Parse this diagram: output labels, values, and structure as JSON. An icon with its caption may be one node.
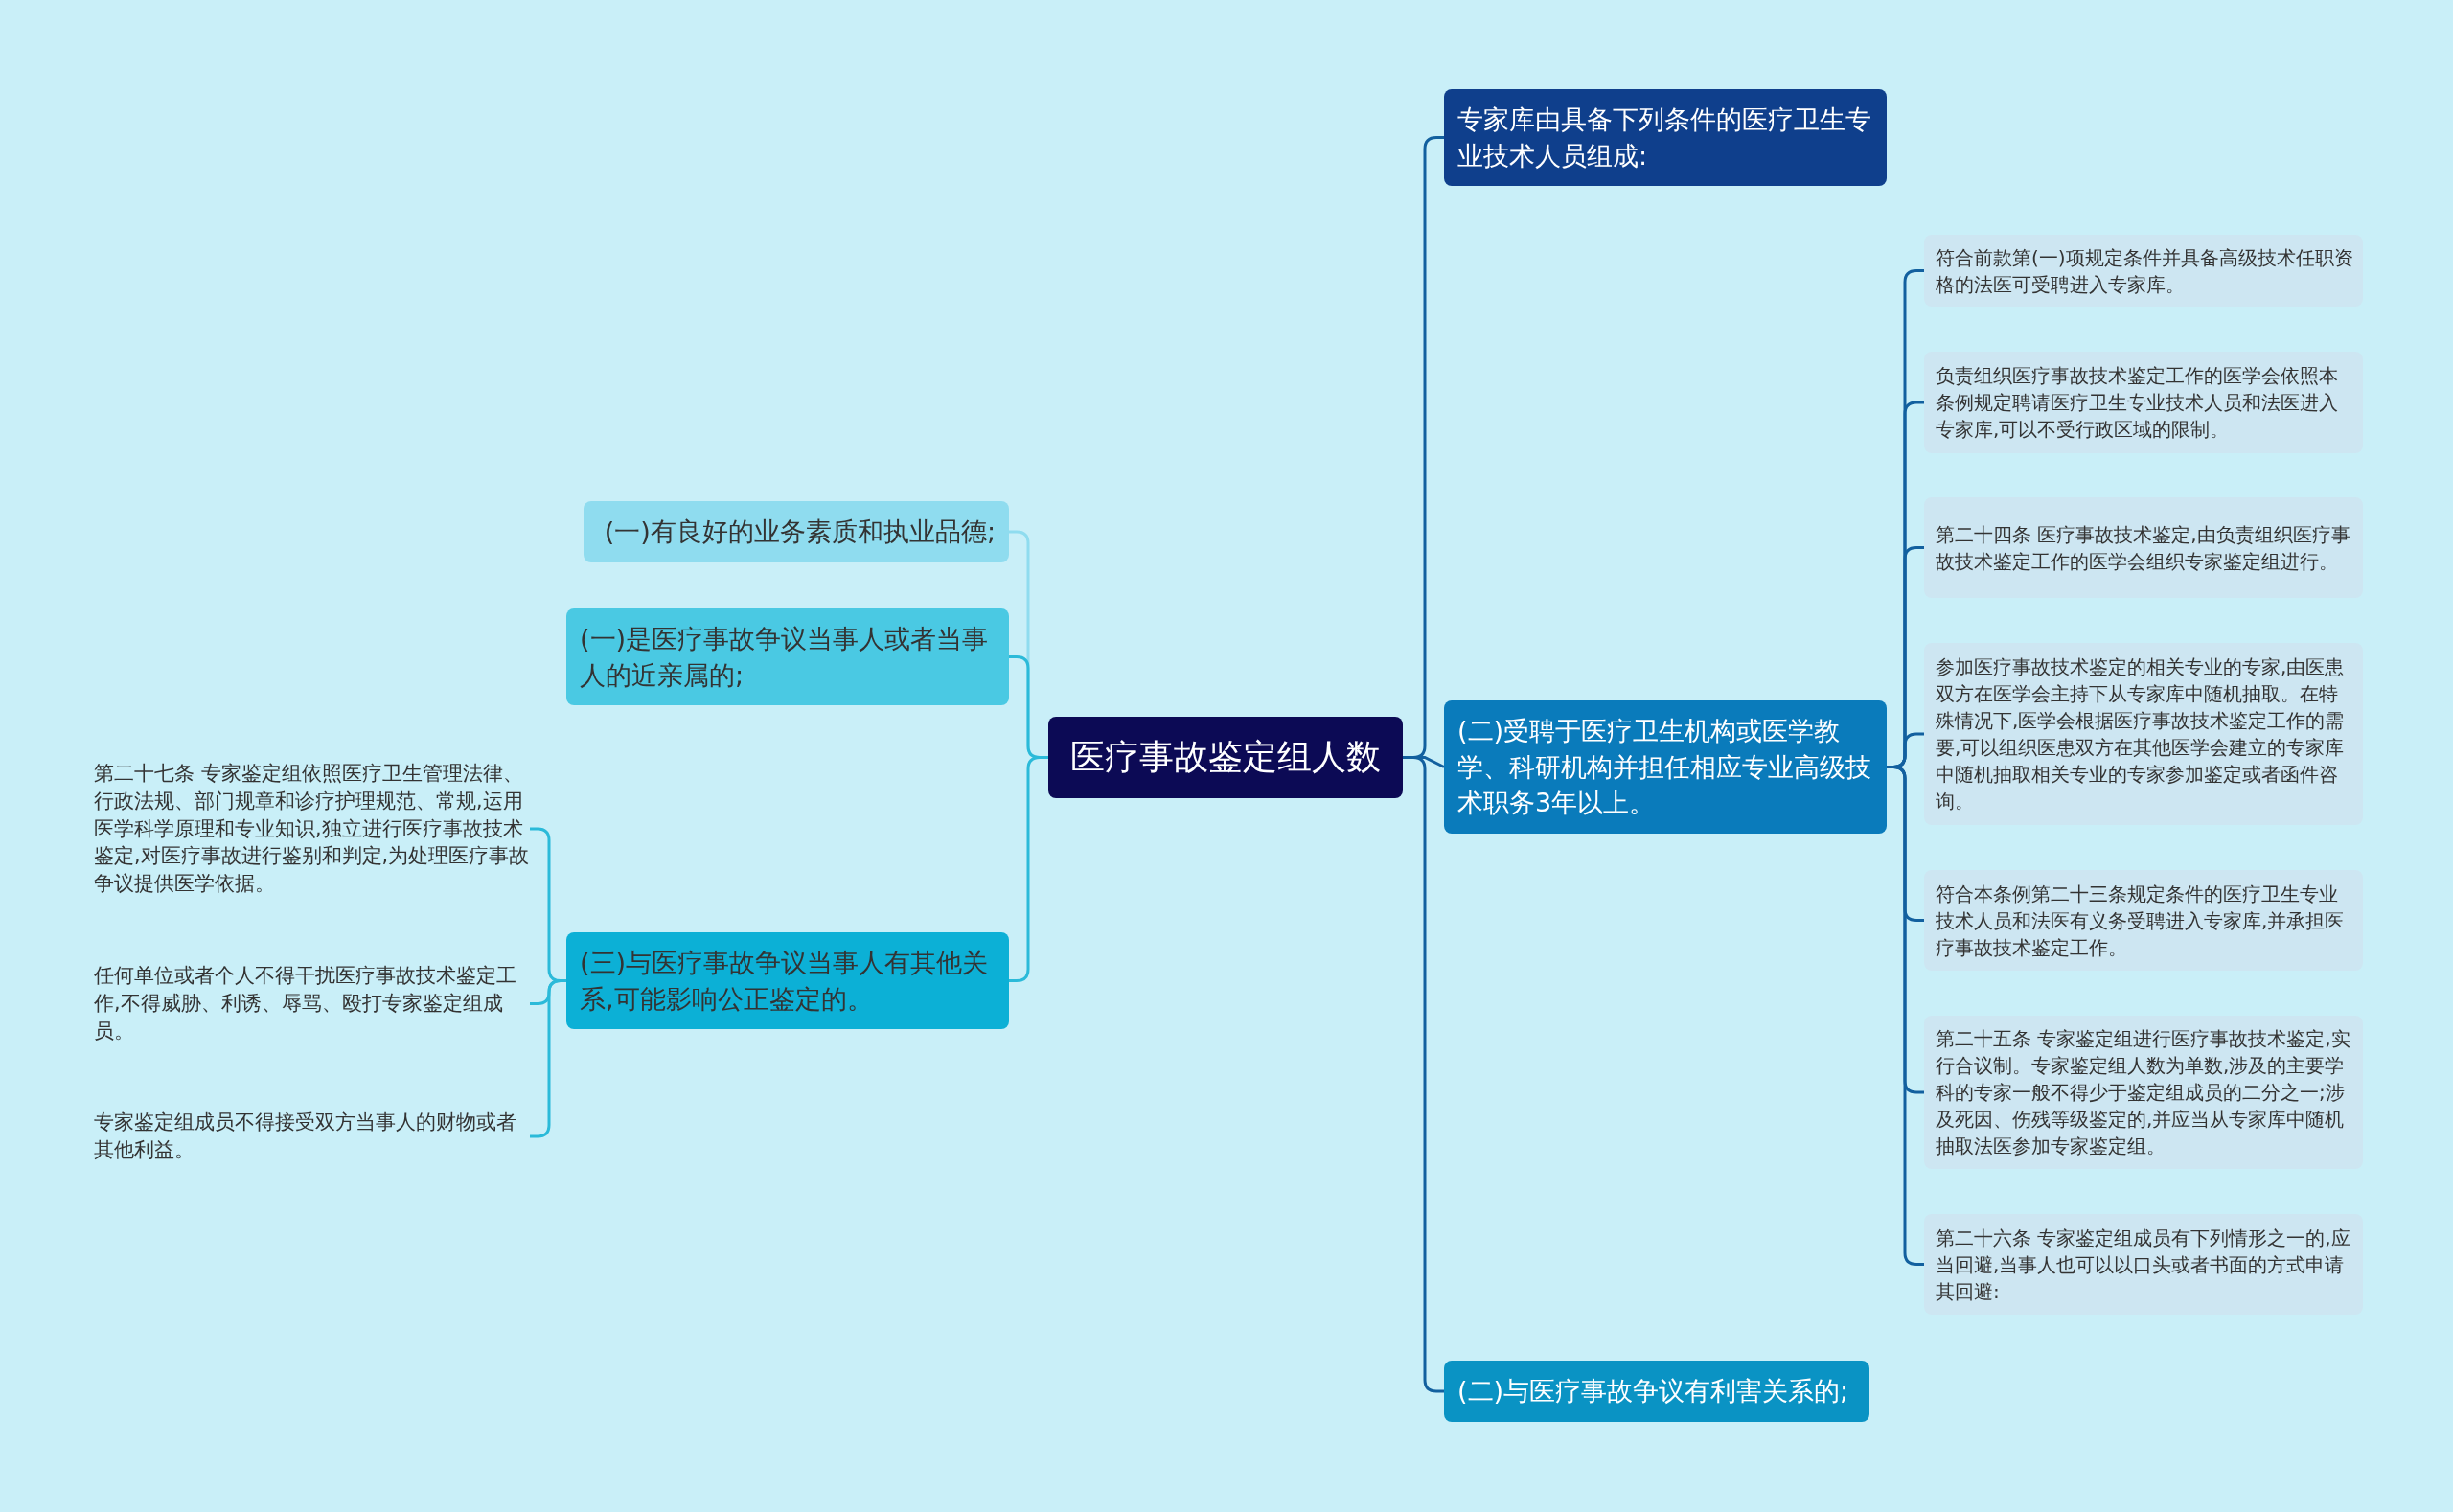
{
  "diagram": {
    "nodes": [
      {
        "text": [
          "医疗事故鉴定组人数"
        ]
      },
      {
        "text": [
          "(一)有良好的业务素质和执业品德;"
        ]
      },
      {
        "text": [
          "(一)是医疗事故争议当事人或者当事人的近亲属的;"
        ]
      },
      {
        "text": [
          "(三)与医疗事故争议当事人有其他关系,可能影响公正鉴定的。"
        ]
      },
      {
        "text": [
          "第二十七条 专家鉴定组依照医疗卫生管理法律、行政法规、部门规章和诊疗护理规范、常规,运用医学科学原理和专业知识,独立进行医疗事故技术鉴定,对医疗事故进行鉴别和判定,为处理医疗事故争议提供医学依据。"
        ]
      },
      {
        "text": [
          "任何单位或者个人不得干扰医疗事故技术鉴定工作,不得威胁、利诱、辱骂、殴打专家鉴定组成员。"
        ]
      },
      {
        "text": [
          "专家鉴定组成员不得接受双方当事人的财物或者其他利益。"
        ]
      },
      {
        "text": [
          "专家库由具备下列条件的医疗卫生专业技术人员组成:"
        ]
      },
      {
        "text": [
          "(二)受聘于医疗卫生机构或医学教学、科研机构并担任相应专业高级技术职务3年以上。"
        ]
      },
      {
        "text": [
          "(二)与医疗事故争议有利害关系的;"
        ]
      },
      {
        "text": [
          "符合前款第(一)项规定条件并具备高级技术任职资格的法医可受聘进入专家库。"
        ]
      },
      {
        "text": [
          "负责组织医疗事故技术鉴定工作的医学会依照本条例规定聘请医疗卫生专业技术人员和法医进入专家库,可以不受行政区域的限制。"
        ]
      },
      {
        "text": [
          "第二十四条 医疗事故技术鉴定,由负责组织医疗事故技术鉴定工作的医学会组织专家鉴定组进行。"
        ]
      },
      {
        "text": [
          "参加医疗事故技术鉴定的相关专业的专家,由医患双方在医学会主持下从专家库中随机抽取。在特殊情况下,医学会根据医疗事故技术鉴定工作的需要,可以组织医患双方在其他医学会建立的专家库中随机抽取相关专业的专家参加鉴定或者函件咨询。"
        ]
      },
      {
        "text": [
          "符合本条例第二十三条规定条件的医疗卫生专业技术人员和法医有义务受聘进入专家库,并承担医疗事故技术鉴定工作。"
        ]
      },
      {
        "text": [
          "第二十五条 专家鉴定组进行医疗事故技术鉴定,实行合议制。专家鉴定组人数为单数,涉及的主要学科的专家一般不得少于鉴定组成员的二分之一;涉及死因、伤残等级鉴定的,并应当从专家库中随机抽取法医参加专家鉴定组。"
        ]
      },
      {
        "text": [
          "第二十六条 专家鉴定组成员有下列情形之一的,应当回避,当事人也可以以口头或者书面的方式申请其回避:"
        ]
      }
    ],
    "edges": [
      {
        "from": 0,
        "to": 1,
        "arrow": "none",
        "color": "#8fdcef"
      },
      {
        "from": 0,
        "to": 2,
        "arrow": "none",
        "color": "#2bbad9"
      },
      {
        "from": 0,
        "to": 3,
        "arrow": "none",
        "color": "#2bbad9"
      },
      {
        "from": 3,
        "to": 4,
        "arrow": "none",
        "color": "#2bbad9"
      },
      {
        "from": 3,
        "to": 5,
        "arrow": "none",
        "color": "#2bbad9"
      },
      {
        "from": 3,
        "to": 6,
        "arrow": "none",
        "color": "#2bbad9"
      },
      {
        "from": 0,
        "to": 7,
        "arrow": "none"
      },
      {
        "from": 0,
        "to": 8,
        "arrow": "none"
      },
      {
        "from": 0,
        "to": 9,
        "arrow": "none"
      },
      {
        "from": 8,
        "to": 10,
        "arrow": "none"
      },
      {
        "from": 8,
        "to": 11,
        "arrow": "none"
      },
      {
        "from": 8,
        "to": 12,
        "arrow": "none"
      },
      {
        "from": 8,
        "to": 13,
        "arrow": "none"
      },
      {
        "from": 8,
        "to": 14,
        "arrow": "none"
      },
      {
        "from": 8,
        "to": 15,
        "arrow": "none"
      },
      {
        "from": 8,
        "to": 16,
        "arrow": "none"
      }
    ]
  }
}
